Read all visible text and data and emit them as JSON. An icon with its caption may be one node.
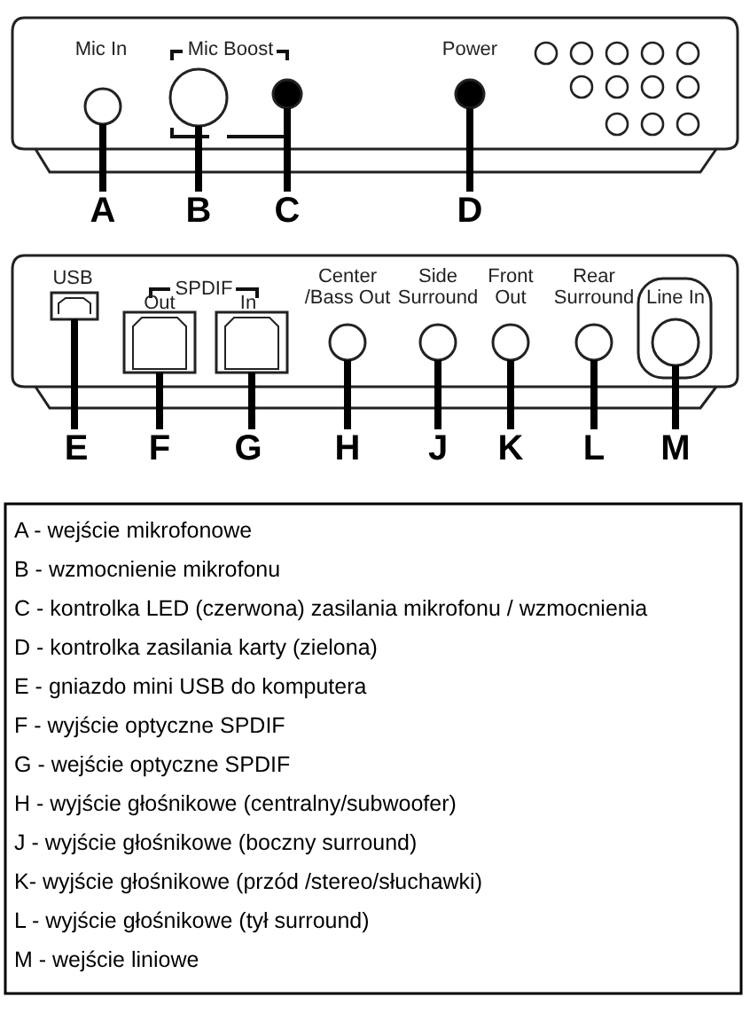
{
  "diagram": {
    "nodes": [
      {
        "text": [
          "A"
        ]
      },
      {
        "text": [
          "B"
        ]
      },
      {
        "text": [
          "C"
        ]
      },
      {
        "text": [
          "D"
        ]
      },
      {
        "text": [
          "E"
        ]
      },
      {
        "text": [
          "F"
        ]
      },
      {
        "text": [
          "G"
        ]
      },
      {
        "text": [
          "H"
        ]
      },
      {
        "text": [
          "J"
        ]
      },
      {
        "text": [
          "K"
        ]
      },
      {
        "text": [
          "L"
        ]
      },
      {
        "text": [
          "M"
        ]
      },
      {
        "text": [],
        "shape": "circle"
      },
      {
        "text": [],
        "shape": "circle"
      },
      {
        "text": [],
        "shape": "circle"
      },
      {
        "text": [],
        "shape": "circle"
      },
      {
        "text": [],
        "shape": "box"
      },
      {
        "text": [],
        "shape": "box"
      },
      {
        "text": [],
        "shape": "box"
      },
      {
        "text": [],
        "shape": "circle"
      },
      {
        "text": [],
        "shape": "circle"
      },
      {
        "text": [],
        "shape": "circle"
      },
      {
        "text": [],
        "shape": "circle"
      },
      {
        "text": [],
        "shape": "circle"
      }
    ],
    "edges": [
      {
        "from": 0,
        "to": 12,
        "arrow": "none"
      },
      {
        "from": 1,
        "to": 13,
        "arrow": "none"
      },
      {
        "from": 2,
        "to": 14,
        "arrow": "none"
      },
      {
        "from": 3,
        "to": 15,
        "arrow": "none"
      },
      {
        "from": 4,
        "to": 16,
        "arrow": "none"
      },
      {
        "from": 5,
        "to": 17,
        "arrow": "none"
      },
      {
        "from": 6,
        "to": 18,
        "arrow": "none"
      },
      {
        "from": 7,
        "to": 19,
        "arrow": "none"
      },
      {
        "from": 8,
        "to": 20,
        "arrow": "none"
      },
      {
        "from": 9,
        "to": 21,
        "arrow": "none"
      },
      {
        "from": 10,
        "to": 22,
        "arrow": "none"
      },
      {
        "from": 11,
        "to": 23,
        "arrow": "none"
      }
    ],
    "labels": [
      "Mic In",
      "Mic Boost",
      "Power",
      "USB",
      "SPDIF",
      "Out",
      "In",
      "Center /Bass Out",
      "Side Surround",
      "Front Out",
      "Rear Surround",
      "Line In",
      "A - wejście mikrofonowe",
      "B - wzmocnienie mikrofonu",
      "C - kontrolka LED (czerwona) zasilania mikrofonu / wzmocnienia",
      "D - kontrolka zasilania karty (zielona)",
      "E - gniazdo mini USB do komputera",
      "F - wyjście optyczne SPDIF",
      "G - wejście optyczne SPDIF",
      "H - wyjście głośnikowe (centralny/subwoofer)",
      "J - wyjście głośnikowe (boczny surround)",
      "K- wyjście głośnikowe (przód /stereo/słuchawki)",
      "L - wyjście głośnikowe (tył surround)",
      "M - wejście liniowe"
    ]
  }
}
